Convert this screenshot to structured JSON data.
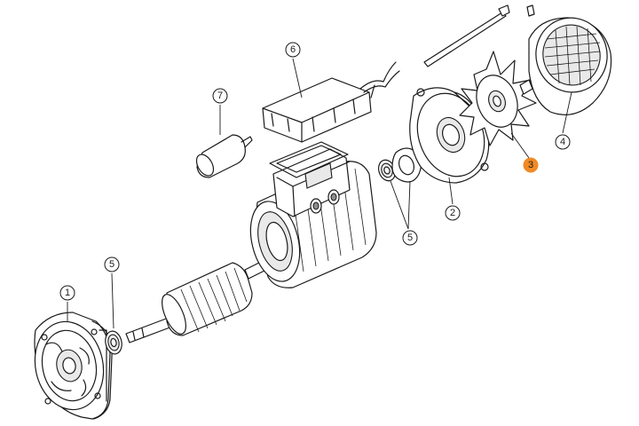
{
  "callouts": [
    {
      "label": "1",
      "highlight": false
    },
    {
      "label": "2",
      "highlight": false
    },
    {
      "label": "3",
      "highlight": true
    },
    {
      "label": "4",
      "highlight": false
    },
    {
      "label": "5",
      "highlight": false
    },
    {
      "label": "5",
      "highlight": false
    },
    {
      "label": "6",
      "highlight": false
    },
    {
      "label": "7",
      "highlight": false
    }
  ],
  "colors": {
    "line": "#1a1a1a",
    "highlight": "#f08a24",
    "background": "#ffffff"
  }
}
